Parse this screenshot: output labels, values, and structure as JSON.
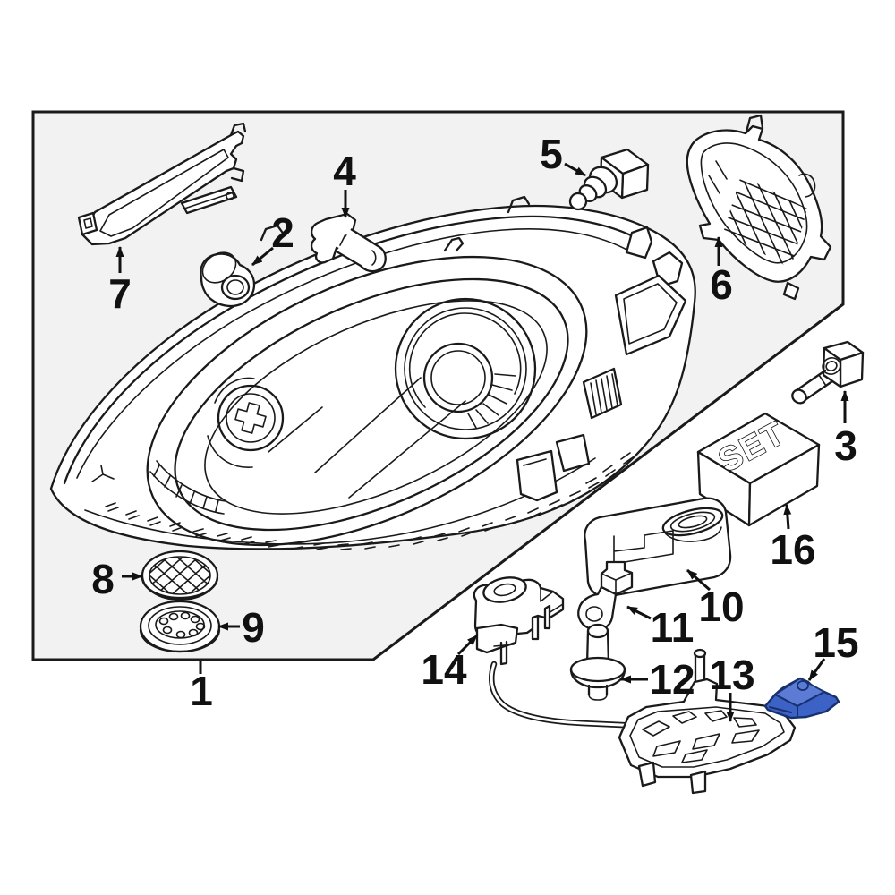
{
  "diagram": {
    "title": "Headlight assembly exploded parts diagram",
    "type": "exploded-parts-diagram",
    "set_box_label": "SET",
    "highlighted_part_number": "15",
    "highlight_color": "#3d62c6",
    "line_color": "#1a1a1a",
    "panel_background": "#f2f2f2",
    "page_background": "#ffffff",
    "callout_numbers": [
      "1",
      "2",
      "3",
      "4",
      "5",
      "6",
      "7",
      "8",
      "9",
      "10",
      "11",
      "12",
      "13",
      "14",
      "15",
      "16"
    ]
  }
}
